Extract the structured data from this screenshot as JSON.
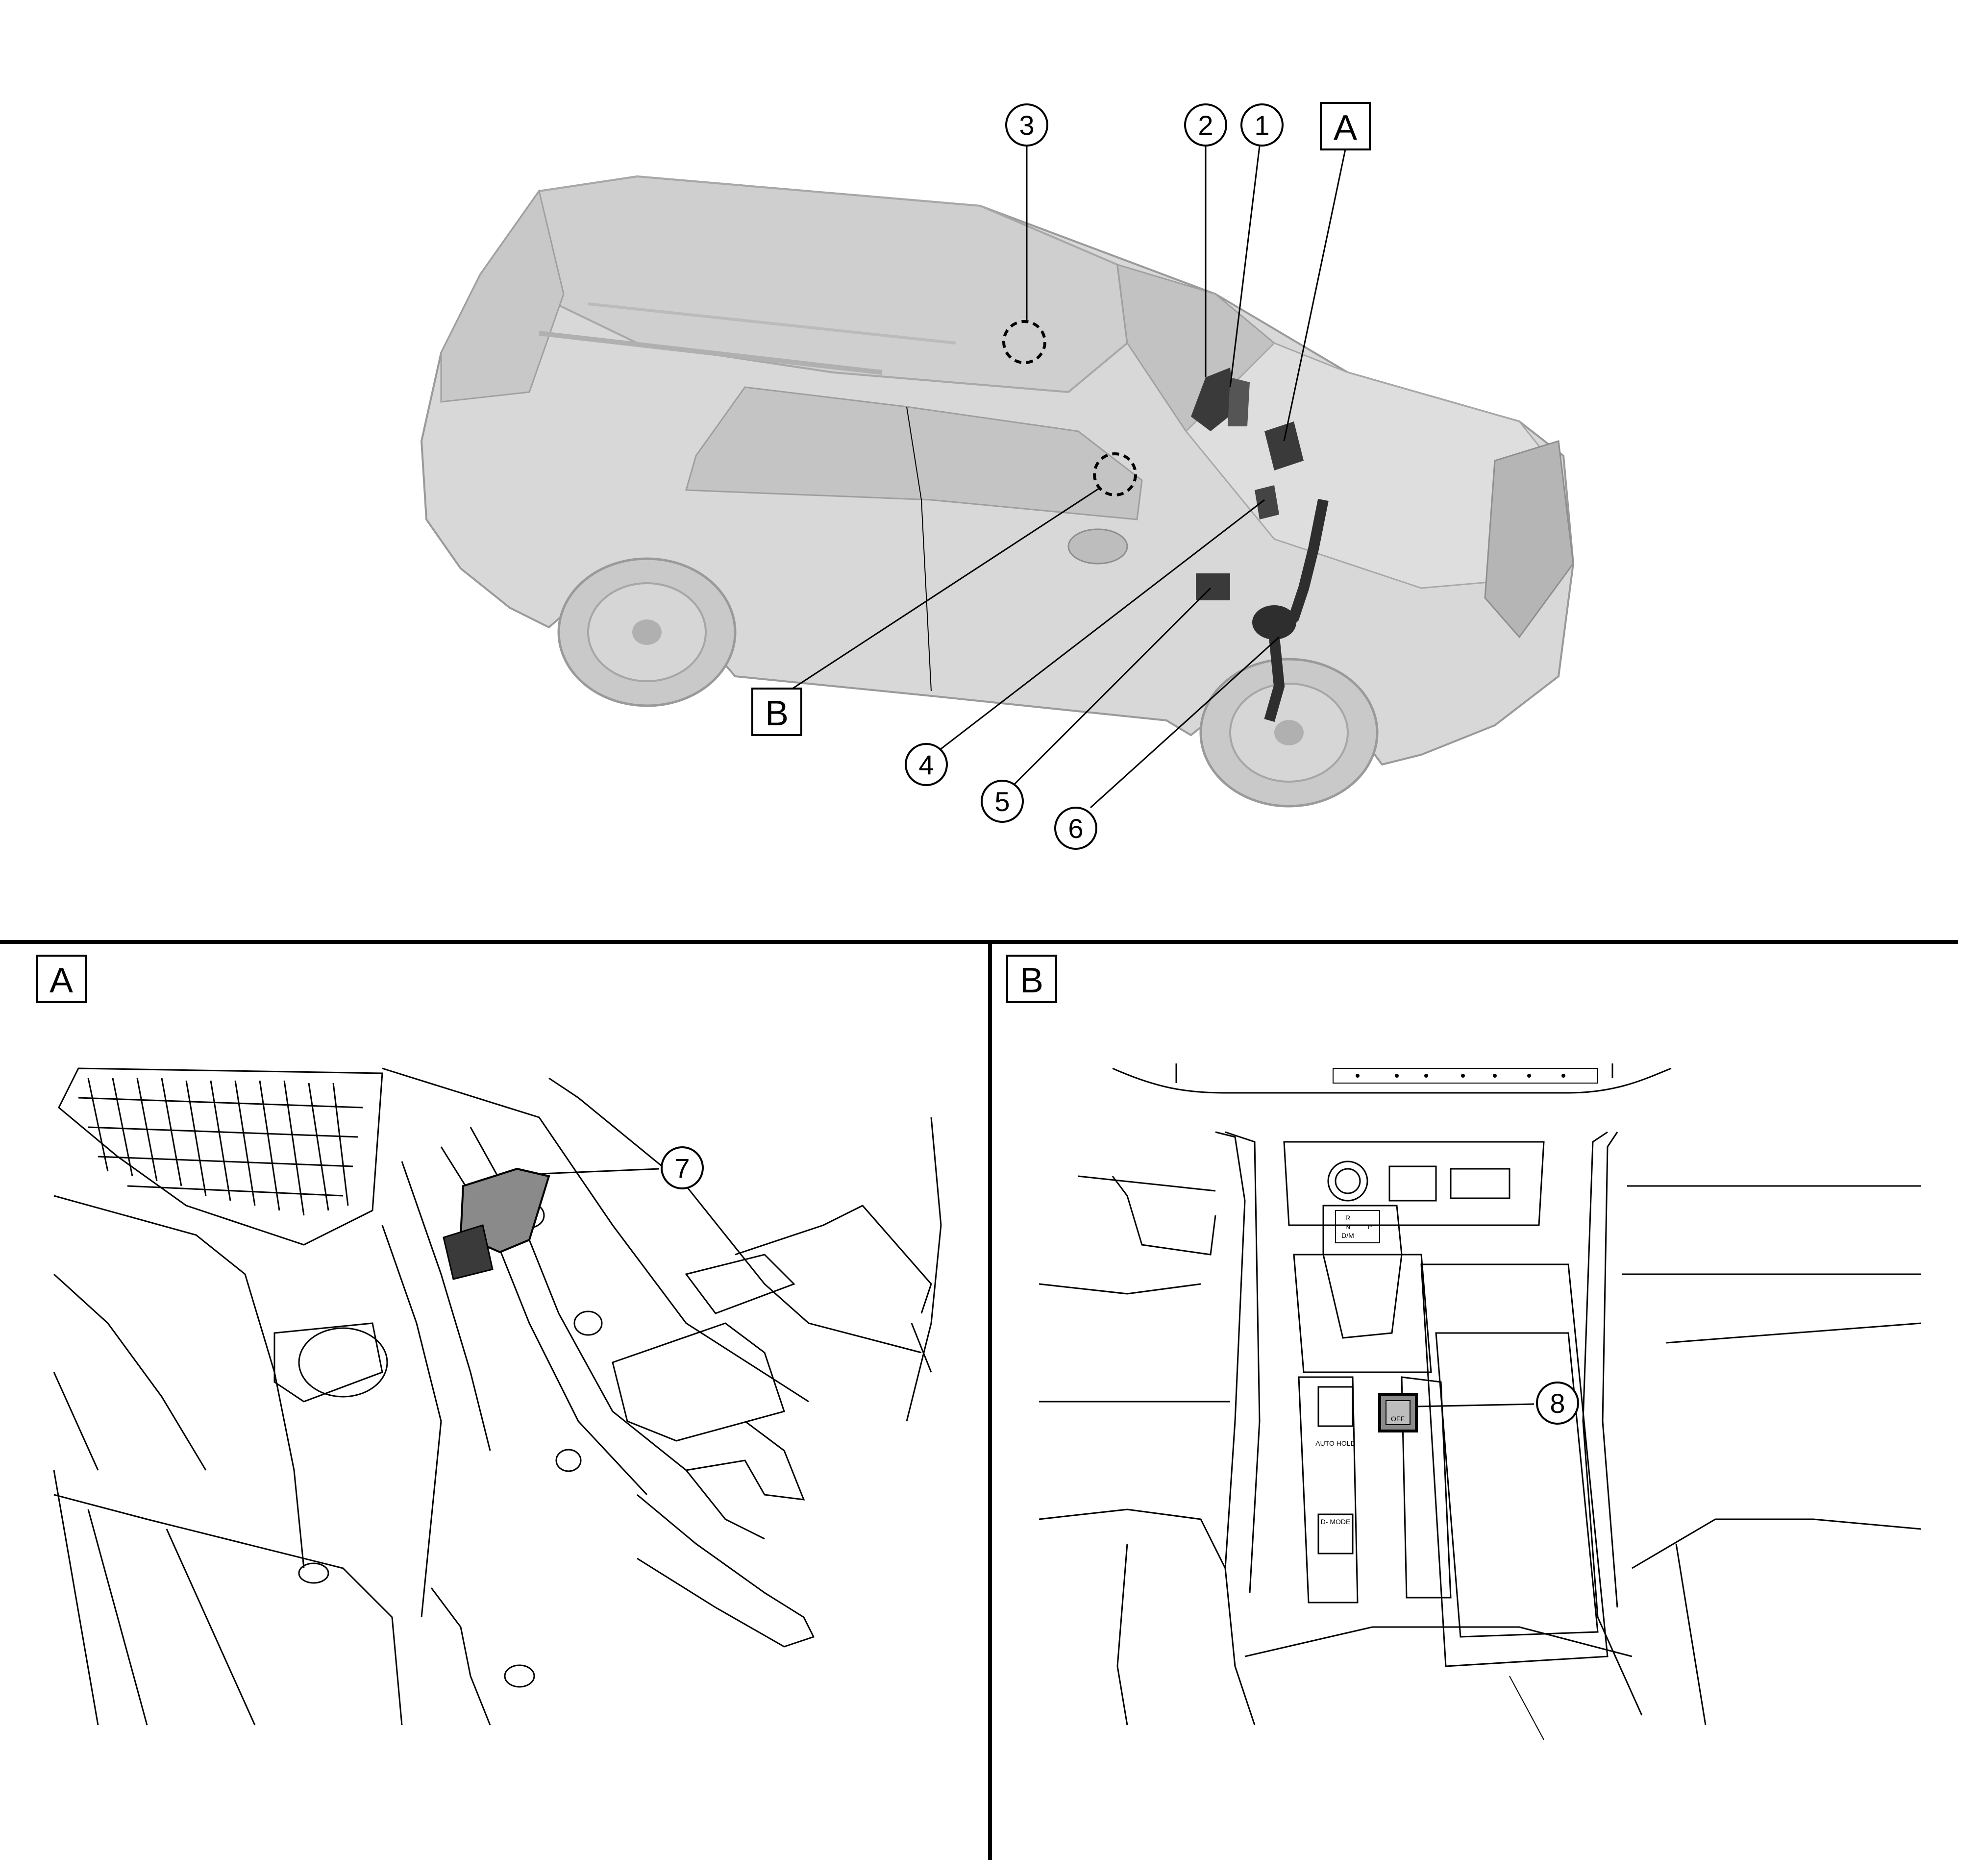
{
  "colors": {
    "line": "#000000",
    "vehicle_body": "#d8d8d8",
    "vehicle_shade": "#bdbdbd",
    "component_dark": "#3a3a3a",
    "highlight_component": "#8a8a8a"
  },
  "overview": {
    "callouts": {
      "c1": "1",
      "c2": "2",
      "c3": "3",
      "c4": "4",
      "c5": "5",
      "c6": "6"
    },
    "view_labels": {
      "a": "A",
      "b": "B"
    }
  },
  "detail_a": {
    "label": "A",
    "callout": "7"
  },
  "detail_b": {
    "label": "B",
    "callout": "8",
    "shifter_letters": {
      "r": "R",
      "n": "N",
      "dm": "D/M",
      "p": "P"
    },
    "switch_texts": {
      "auto_hold": "AUTO\nHOLD",
      "d_mode": "D- MODE",
      "off": "OFF"
    }
  }
}
